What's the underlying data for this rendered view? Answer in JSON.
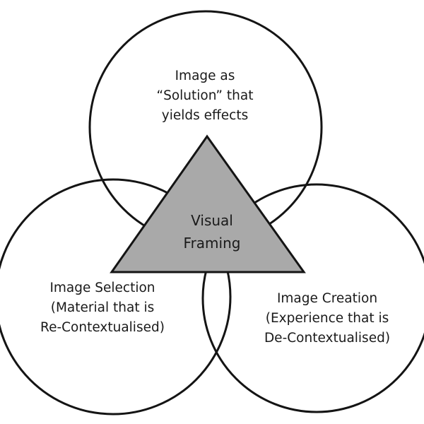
{
  "diagram": {
    "top_circle": {
      "lines": [
        "Image as",
        "“Solution” that",
        "yields effects"
      ]
    },
    "center_triangle": {
      "lines": [
        "Visual",
        "Framing"
      ],
      "fill": "#a9a9a9"
    },
    "left_circle": {
      "lines": [
        "Image Selection",
        "(Material  that is",
        "Re-Contextualised)"
      ]
    },
    "right_circle": {
      "lines": [
        "Image Creation",
        "(Experience  that is",
        "De-Contextualised)"
      ]
    },
    "colors": {
      "stroke": "#141414",
      "background": "#ffffff",
      "text": "#1a1a1a"
    }
  }
}
